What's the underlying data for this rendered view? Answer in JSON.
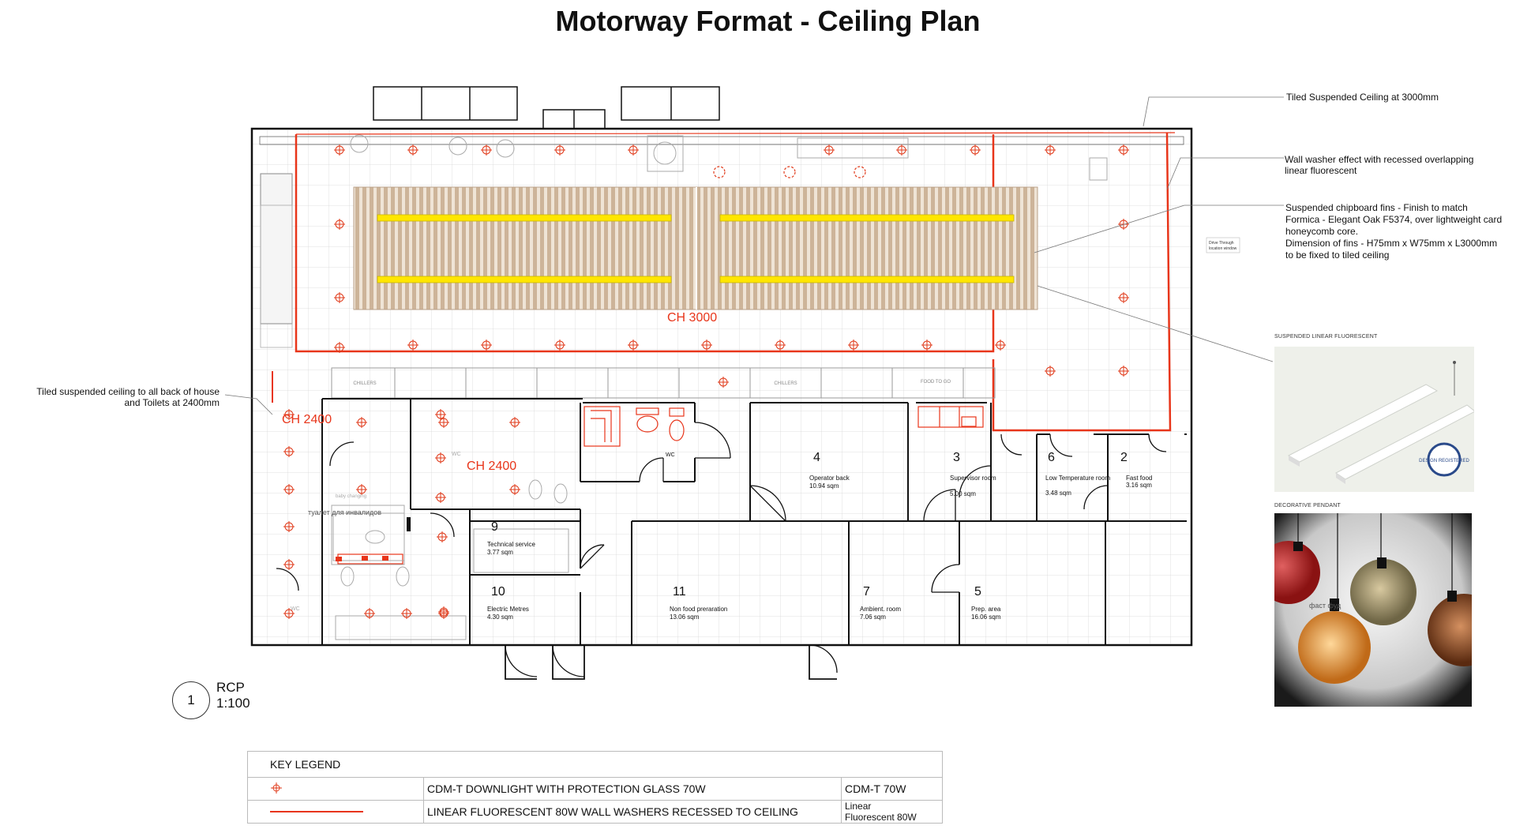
{
  "title": "Motorway Format - Ceiling Plan",
  "colors": {
    "downlight": "#e03a1a",
    "fluorescent": "#ffe600",
    "wall_washer": "#e8351a",
    "fins": "#cdb499"
  },
  "annotations": {
    "tiled_3000": "Tiled Suspended Ceiling at 3000mm",
    "wall_washer": [
      "Wall washer effect with recessed overlapping",
      "linear fluorescent"
    ],
    "fins": [
      "Suspended chipboard fins - Finish to match",
      "Formica - Elegant Oak F5374, over lightweight card",
      "honeycomb core.",
      "Dimension of fins - H75mm x W75mm x L3000mm",
      "to be fixed to tiled ceiling"
    ],
    "back_of_house": [
      "Tiled suspended ceiling to all back of house",
      "and Toilets at 2400mm"
    ],
    "drive_through": [
      "Drive Through",
      "location window"
    ]
  },
  "ceiling_heights": {
    "main": "CH 3000",
    "boh_left": "CH 2400",
    "boh_mid": "CH 2400"
  },
  "rooms": [
    {
      "num": "4",
      "name": "Operator back",
      "area": "10.94 sqm"
    },
    {
      "num": "3",
      "name": "Supervisor room",
      "area": "5.00 sqm"
    },
    {
      "num": "6",
      "name": "Low Temperature room",
      "area": "3.48 sqm"
    },
    {
      "num": "2",
      "name": "Fast food",
      "area": "3.16 sqm"
    },
    {
      "num": "9",
      "name": "Technical service",
      "area": "3.77 sqm"
    },
    {
      "num": "10",
      "name": "Electric Metres",
      "area": "4.30 sqm"
    },
    {
      "num": "11",
      "name": "Non food preraration",
      "area": "13.06 sqm"
    },
    {
      "num": "7",
      "name": "Ambient. room",
      "area": "7.06 sqm"
    },
    {
      "num": "5",
      "name": "Prep. area",
      "area": "16.06 sqm"
    }
  ],
  "plan_small_labels": {
    "wc1": "WC",
    "wc2": "WC",
    "wc3": "WC",
    "disabled_wc": "туалет для инвалидов",
    "baby": "baby changing",
    "chillers1": "CHILLERS",
    "chillers2": "CHILLERS",
    "food_to_go": "FOOD TO GO"
  },
  "images": {
    "linear_label": "SUSPENDED LINEAR FLUORESCENT",
    "pendant_label": "DECORATIVE PENDANT",
    "badge": "DESIGN REGISTERED",
    "pendant_caption": "фаст фуд"
  },
  "drawing_ref": {
    "number": "1",
    "label": "RCP",
    "scale": "1:100"
  },
  "legend": {
    "header": "KEY LEGEND",
    "rows": [
      {
        "symbol": "downlight",
        "description": "CDM-T DOWNLIGHT WITH PROTECTION GLASS 70W",
        "code": "CDM-T 70W"
      },
      {
        "symbol": "wall-washer",
        "description": "LINEAR FLUORESCENT 80W WALL WASHERS RECESSED TO CEILING",
        "code": [
          "Linear",
          "Fluorescent 80W"
        ]
      }
    ]
  }
}
